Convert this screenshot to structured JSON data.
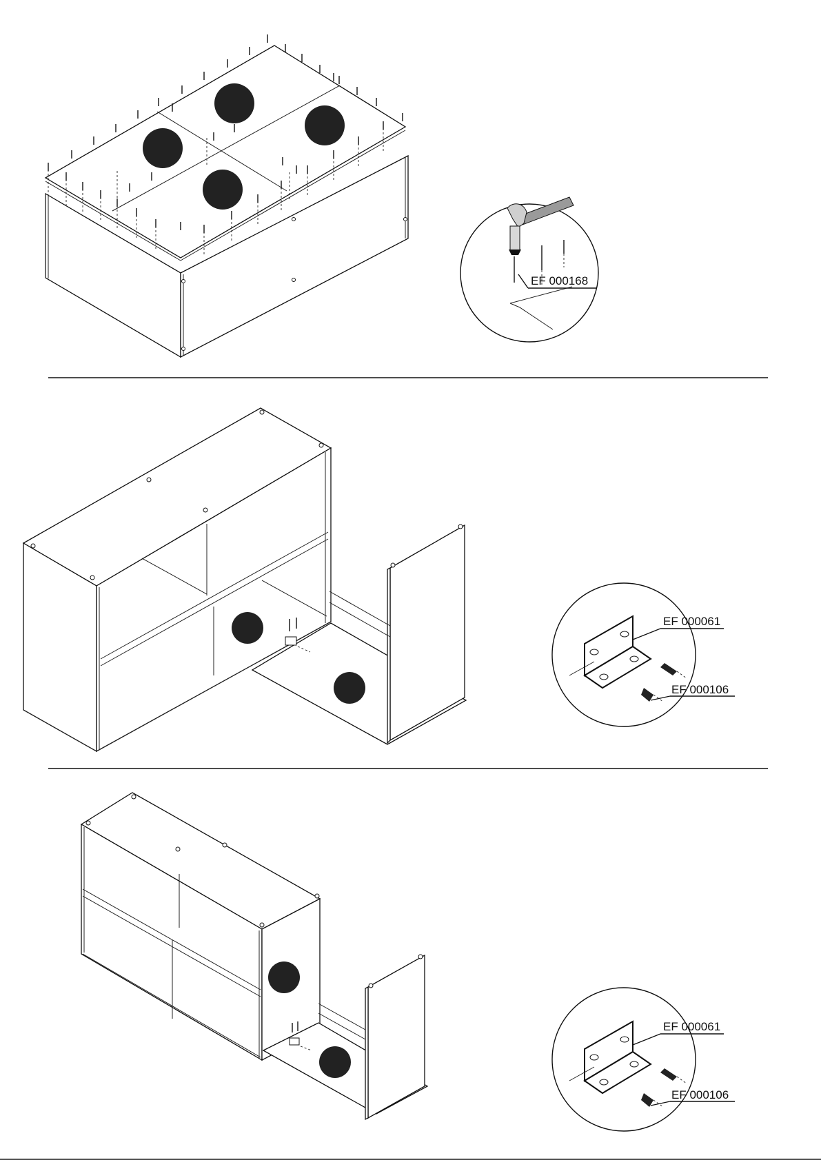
{
  "step1": {
    "label_nail": "EF 000168"
  },
  "step2": {
    "label_bracket": "EF 000061",
    "label_screw": "EF 000106"
  },
  "step3": {
    "label_bracket": "EF 000061",
    "label_screw": "EF 000106"
  },
  "colors": {
    "ink": "#111111",
    "marker": "#1f1f1f",
    "hammer_handle": "#9a9a9a",
    "background": "#ffffff"
  }
}
